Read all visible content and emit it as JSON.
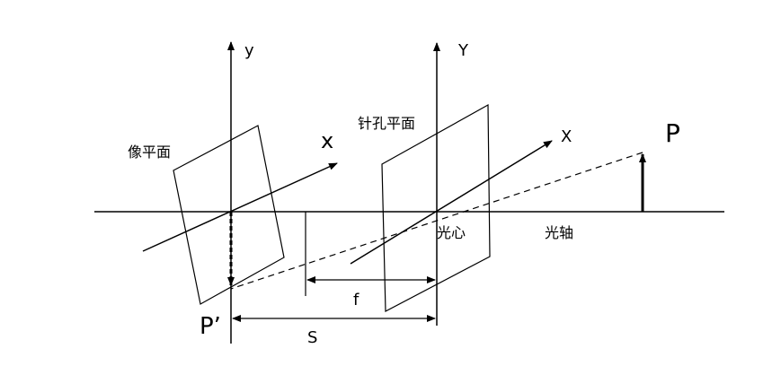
{
  "labels": {
    "image_y": "y",
    "pinhole_y": "Y",
    "image_x": "x",
    "pinhole_x": "X",
    "image_plane": "像平面",
    "pinhole_plane": "针孔平面",
    "object_p": "P",
    "image_p": "P’",
    "optical_center": "光心",
    "optical_axis": "光轴",
    "focal_length": "f",
    "distance": "S"
  },
  "colors": {
    "line": "#000000",
    "background": "#ffffff"
  }
}
